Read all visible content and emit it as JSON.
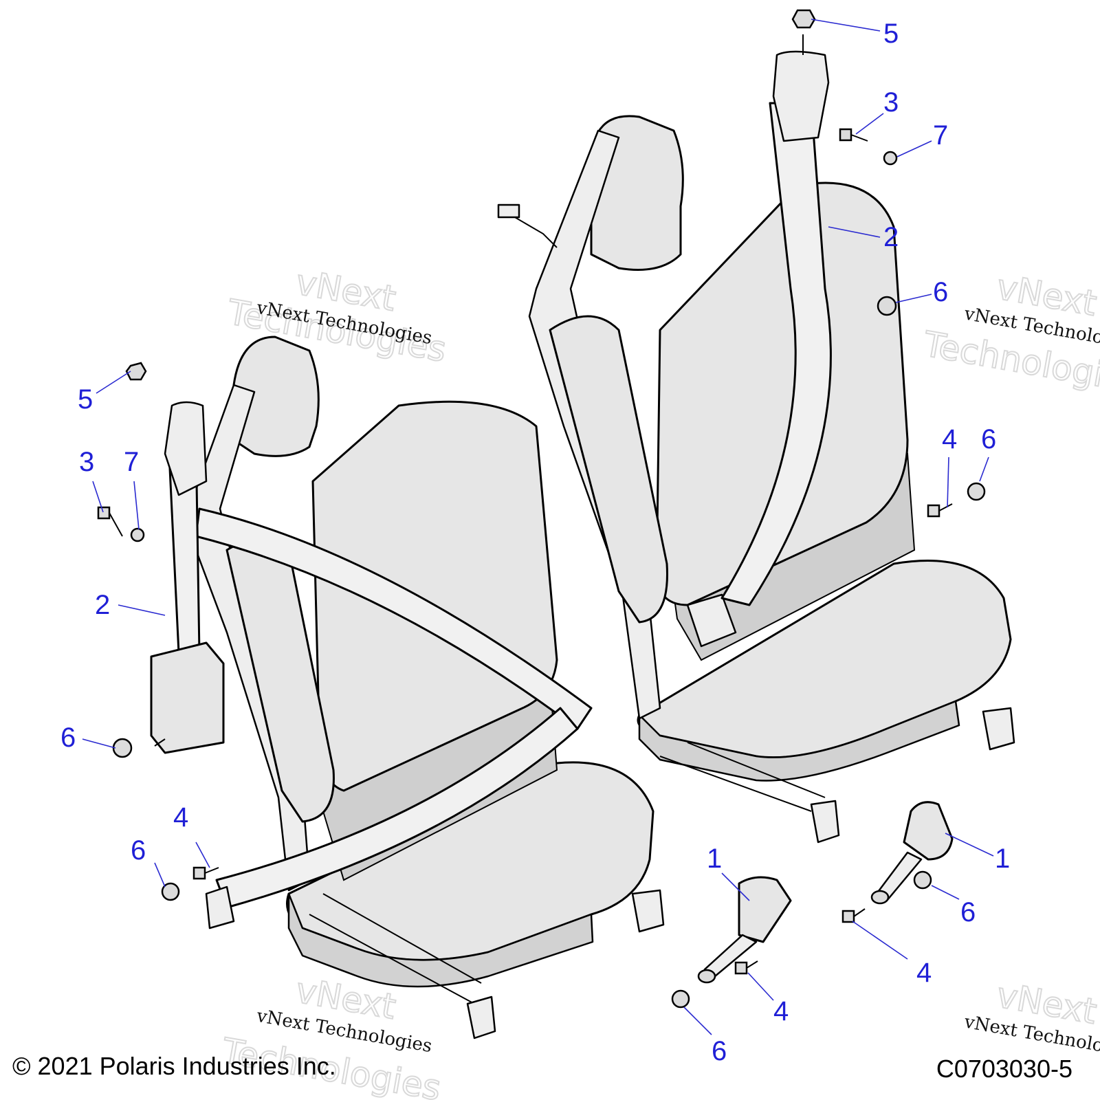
{
  "diagram": {
    "callouts": [
      "5",
      "3",
      "7",
      "2",
      "6",
      "4",
      "6",
      "5",
      "3",
      "7",
      "2",
      "6",
      "4",
      "6",
      "1",
      "1",
      "6",
      "4",
      "4",
      "6"
    ],
    "watermark_text": "vNext Technologies",
    "watermark_ghost_1": "vNext",
    "watermark_ghost_2": "Technologies"
  },
  "footer": {
    "copyright": "© 2021 Polaris Industries Inc.",
    "diagram_code": "C0703030-5"
  },
  "colors": {
    "callout": "#1f1fd6",
    "leader": "#2a2ad0",
    "part_fill": "#e6e6e6"
  }
}
